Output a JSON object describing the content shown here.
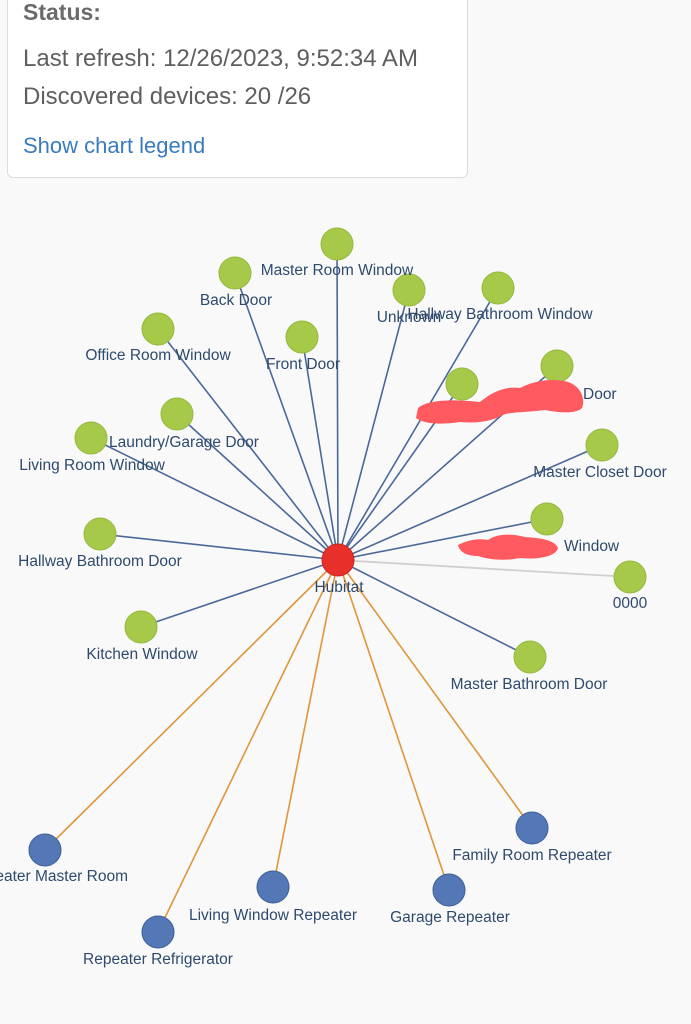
{
  "status": {
    "title": "Status:",
    "last_refresh": "Last refresh: 12/26/2023, 9:52:34 AM",
    "discovered": "Discovered devices: 20 /26",
    "legend_link": "Show chart legend"
  },
  "colors": {
    "hub": "#e8302a",
    "sensor": "#a6c94a",
    "repeater": "#5478b5",
    "link_direct": "#4a6899",
    "link_repeater": "#e0953a",
    "link_weak": "#cfcfcf",
    "label": "#2f4a6d"
  },
  "network": {
    "hub": {
      "name": "Hubitat"
    },
    "devices": [
      {
        "name": "Master Room Window",
        "type": "sensor",
        "link": "direct"
      },
      {
        "name": "Back Door",
        "type": "sensor",
        "link": "direct"
      },
      {
        "name": "Unknown",
        "type": "sensor",
        "link": "direct"
      },
      {
        "name": "Hallway Bathroom Window",
        "type": "sensor",
        "link": "direct"
      },
      {
        "name": "Office Room Window",
        "type": "sensor",
        "link": "direct"
      },
      {
        "name": "Front Door",
        "type": "sensor",
        "link": "direct"
      },
      {
        "name": "",
        "type": "sensor",
        "link": "direct",
        "redacted": true
      },
      {
        "name": "Door",
        "type": "sensor",
        "link": "direct"
      },
      {
        "name": "Laundry/Garage Door",
        "type": "sensor",
        "link": "direct"
      },
      {
        "name": "Living Room Window",
        "type": "sensor",
        "link": "direct"
      },
      {
        "name": "Master Closet Door",
        "type": "sensor",
        "link": "direct"
      },
      {
        "name": "Window",
        "type": "sensor",
        "link": "direct"
      },
      {
        "name": "Hallway Bathroom Door",
        "type": "sensor",
        "link": "direct"
      },
      {
        "name": "0000",
        "type": "sensor",
        "link": "weak"
      },
      {
        "name": "Kitchen Window",
        "type": "sensor",
        "link": "direct"
      },
      {
        "name": "Master Bathroom Door",
        "type": "sensor",
        "link": "direct"
      },
      {
        "name": "Repeater Master Room",
        "type": "repeater",
        "link": "repeater"
      },
      {
        "name": "Family Room Repeater",
        "type": "repeater",
        "link": "repeater"
      },
      {
        "name": "Living Window Repeater",
        "type": "repeater",
        "link": "repeater"
      },
      {
        "name": "Garage Repeater",
        "type": "repeater",
        "link": "repeater"
      },
      {
        "name": "Repeater Refrigerator",
        "type": "repeater",
        "link": "repeater"
      }
    ]
  }
}
